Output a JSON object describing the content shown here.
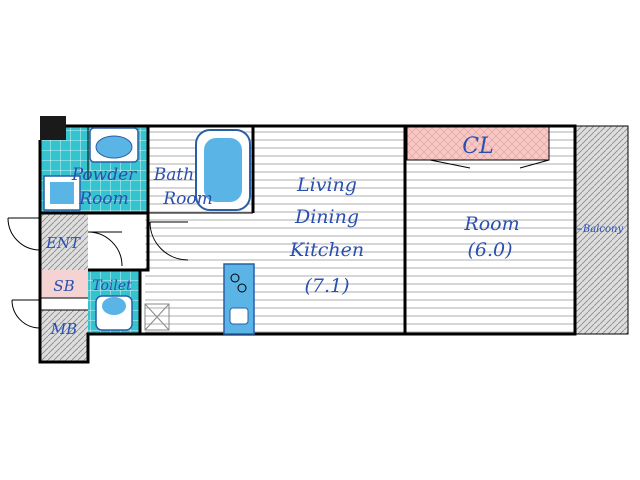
{
  "plan": {
    "rooms": {
      "powder_line1": "Powder",
      "powder_line2": "Room",
      "bath_line1": "Bath",
      "bath_line2": "Room",
      "ldk_line1": "Living",
      "ldk_line2": "Dining",
      "ldk_line3": "Kitchen",
      "ldk_size": "(7.1)",
      "room_line1": "Room",
      "room_size": "(6.0)",
      "closet": "CL",
      "entrance": "ENT",
      "shoe_box": "SB",
      "toilet": "Toilet",
      "meter_box": "MB",
      "balcony": "Balcony"
    }
  },
  "colors": {
    "wet_area_tile": "#33c4cf",
    "closet_fill": "#f6c9c7",
    "shoe_box_fill": "#f6d3d3",
    "wall": "#000000",
    "label": "#2a4fb0",
    "fixture": "#5ab4e6"
  }
}
